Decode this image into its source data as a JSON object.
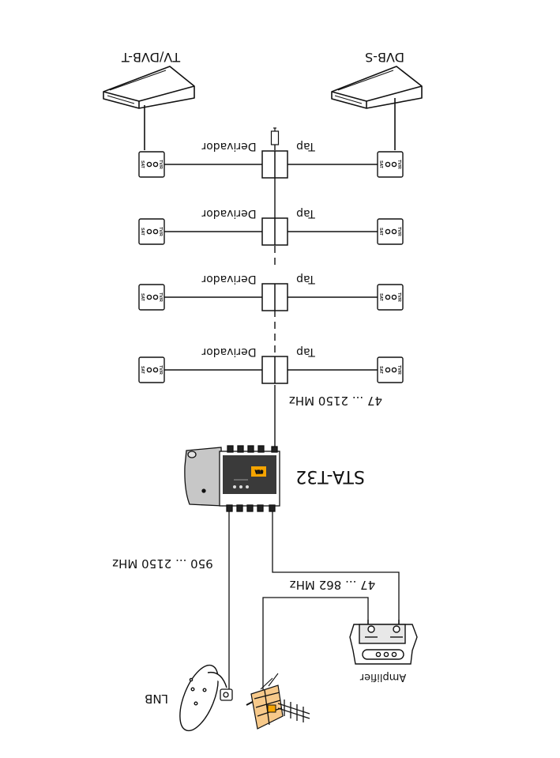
{
  "receivers": {
    "tv": "TV/DVB-T",
    "sat": "DVB-S"
  },
  "taps": [
    {
      "left_label": "Derivador",
      "right_label": "Tap"
    },
    {
      "left_label": "Derivador",
      "right_label": "Tap"
    },
    {
      "left_label": "Derivador",
      "right_label": "Tap"
    },
    {
      "left_label": "Derivador",
      "right_label": "Tap"
    }
  ],
  "outlet_text": {
    "sat": "SAT",
    "tv": "TV/R"
  },
  "band_trunk": "47 ... 2150 MHz",
  "band_lnb": "950 ... 2150 MHz",
  "band_terrestrial": "47 ... 862 MHz",
  "multiswitch": "STA-T32",
  "amplifier": "Amplifier",
  "lnb": "LNB",
  "colors": {
    "line": "#111111",
    "accent": "#f5a400",
    "panel": "#3a3a3a"
  }
}
